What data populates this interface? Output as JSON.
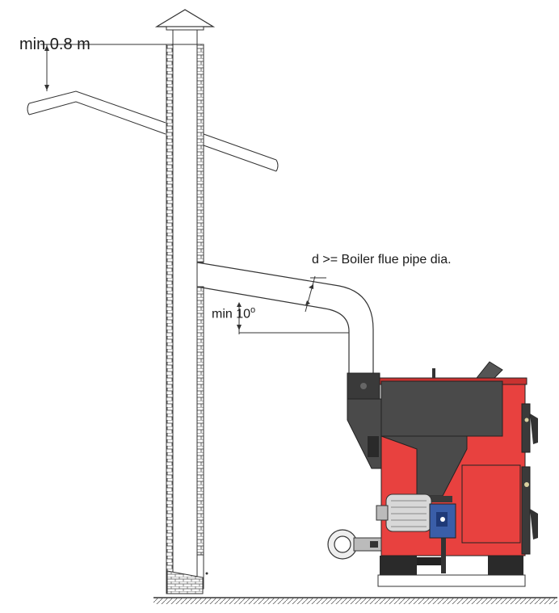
{
  "labels": {
    "chimney_height": "min 0.8 m",
    "flue_diameter": "d >= Boiler flue pipe dia.",
    "slope_prefix": "min 10",
    "slope_unit": "o"
  },
  "colors": {
    "boiler_red": "#e8413f",
    "hopper_grey": "#4a4a4a",
    "motor_blue": "#3a5ea8",
    "brick_line": "#333333",
    "background": "#ffffff"
  },
  "icons": [
    "chimney-cap-icon",
    "boiler-icon",
    "fan-icon",
    "motor-icon"
  ]
}
